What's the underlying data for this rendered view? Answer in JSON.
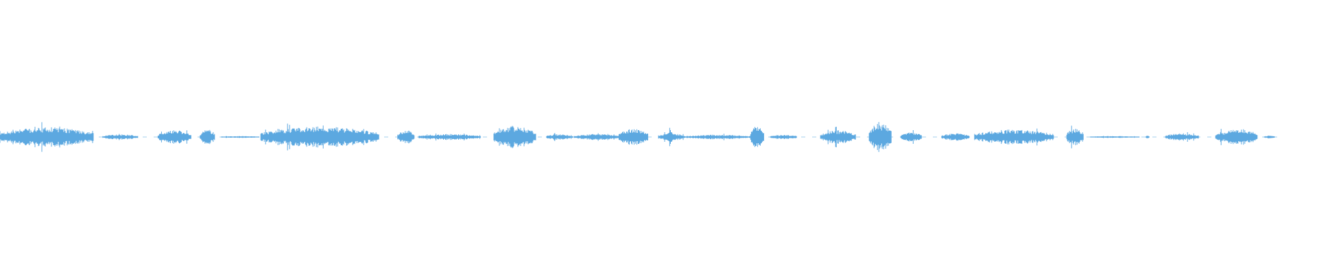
{
  "waveform": {
    "color": "#5ca8e0",
    "segments": [
      {
        "start": 0.0,
        "end": 0.071,
        "amp": 0.13
      },
      {
        "start": 0.078,
        "end": 0.105,
        "amp": 0.035
      },
      {
        "start": 0.12,
        "end": 0.145,
        "amp": 0.09
      },
      {
        "start": 0.152,
        "end": 0.163,
        "amp": 0.11
      },
      {
        "start": 0.168,
        "end": 0.197,
        "amp": 0.012
      },
      {
        "start": 0.198,
        "end": 0.288,
        "amp": 0.14
      },
      {
        "start": 0.302,
        "end": 0.315,
        "amp": 0.09
      },
      {
        "start": 0.318,
        "end": 0.365,
        "amp": 0.04
      },
      {
        "start": 0.375,
        "end": 0.407,
        "amp": 0.15
      },
      {
        "start": 0.415,
        "end": 0.435,
        "amp": 0.04
      },
      {
        "start": 0.436,
        "end": 0.47,
        "amp": 0.04
      },
      {
        "start": 0.47,
        "end": 0.492,
        "amp": 0.11
      },
      {
        "start": 0.5,
        "end": 0.52,
        "amp": 0.05
      },
      {
        "start": 0.507,
        "end": 0.511,
        "amp": 0.13
      },
      {
        "start": 0.52,
        "end": 0.57,
        "amp": 0.03
      },
      {
        "start": 0.57,
        "end": 0.58,
        "amp": 0.15
      },
      {
        "start": 0.585,
        "end": 0.605,
        "amp": 0.03
      },
      {
        "start": 0.623,
        "end": 0.65,
        "amp": 0.09
      },
      {
        "start": 0.66,
        "end": 0.677,
        "amp": 0.19
      },
      {
        "start": 0.684,
        "end": 0.7,
        "amp": 0.06
      },
      {
        "start": 0.715,
        "end": 0.736,
        "amp": 0.05
      },
      {
        "start": 0.74,
        "end": 0.8,
        "amp": 0.1
      },
      {
        "start": 0.81,
        "end": 0.823,
        "amp": 0.12
      },
      {
        "start": 0.828,
        "end": 0.865,
        "amp": 0.012
      },
      {
        "start": 0.87,
        "end": 0.873,
        "amp": 0.02
      },
      {
        "start": 0.885,
        "end": 0.91,
        "amp": 0.05
      },
      {
        "start": 0.923,
        "end": 0.93,
        "amp": 0.07
      },
      {
        "start": 0.927,
        "end": 0.955,
        "amp": 0.11
      },
      {
        "start": 0.96,
        "end": 0.968,
        "amp": 0.02
      }
    ]
  }
}
